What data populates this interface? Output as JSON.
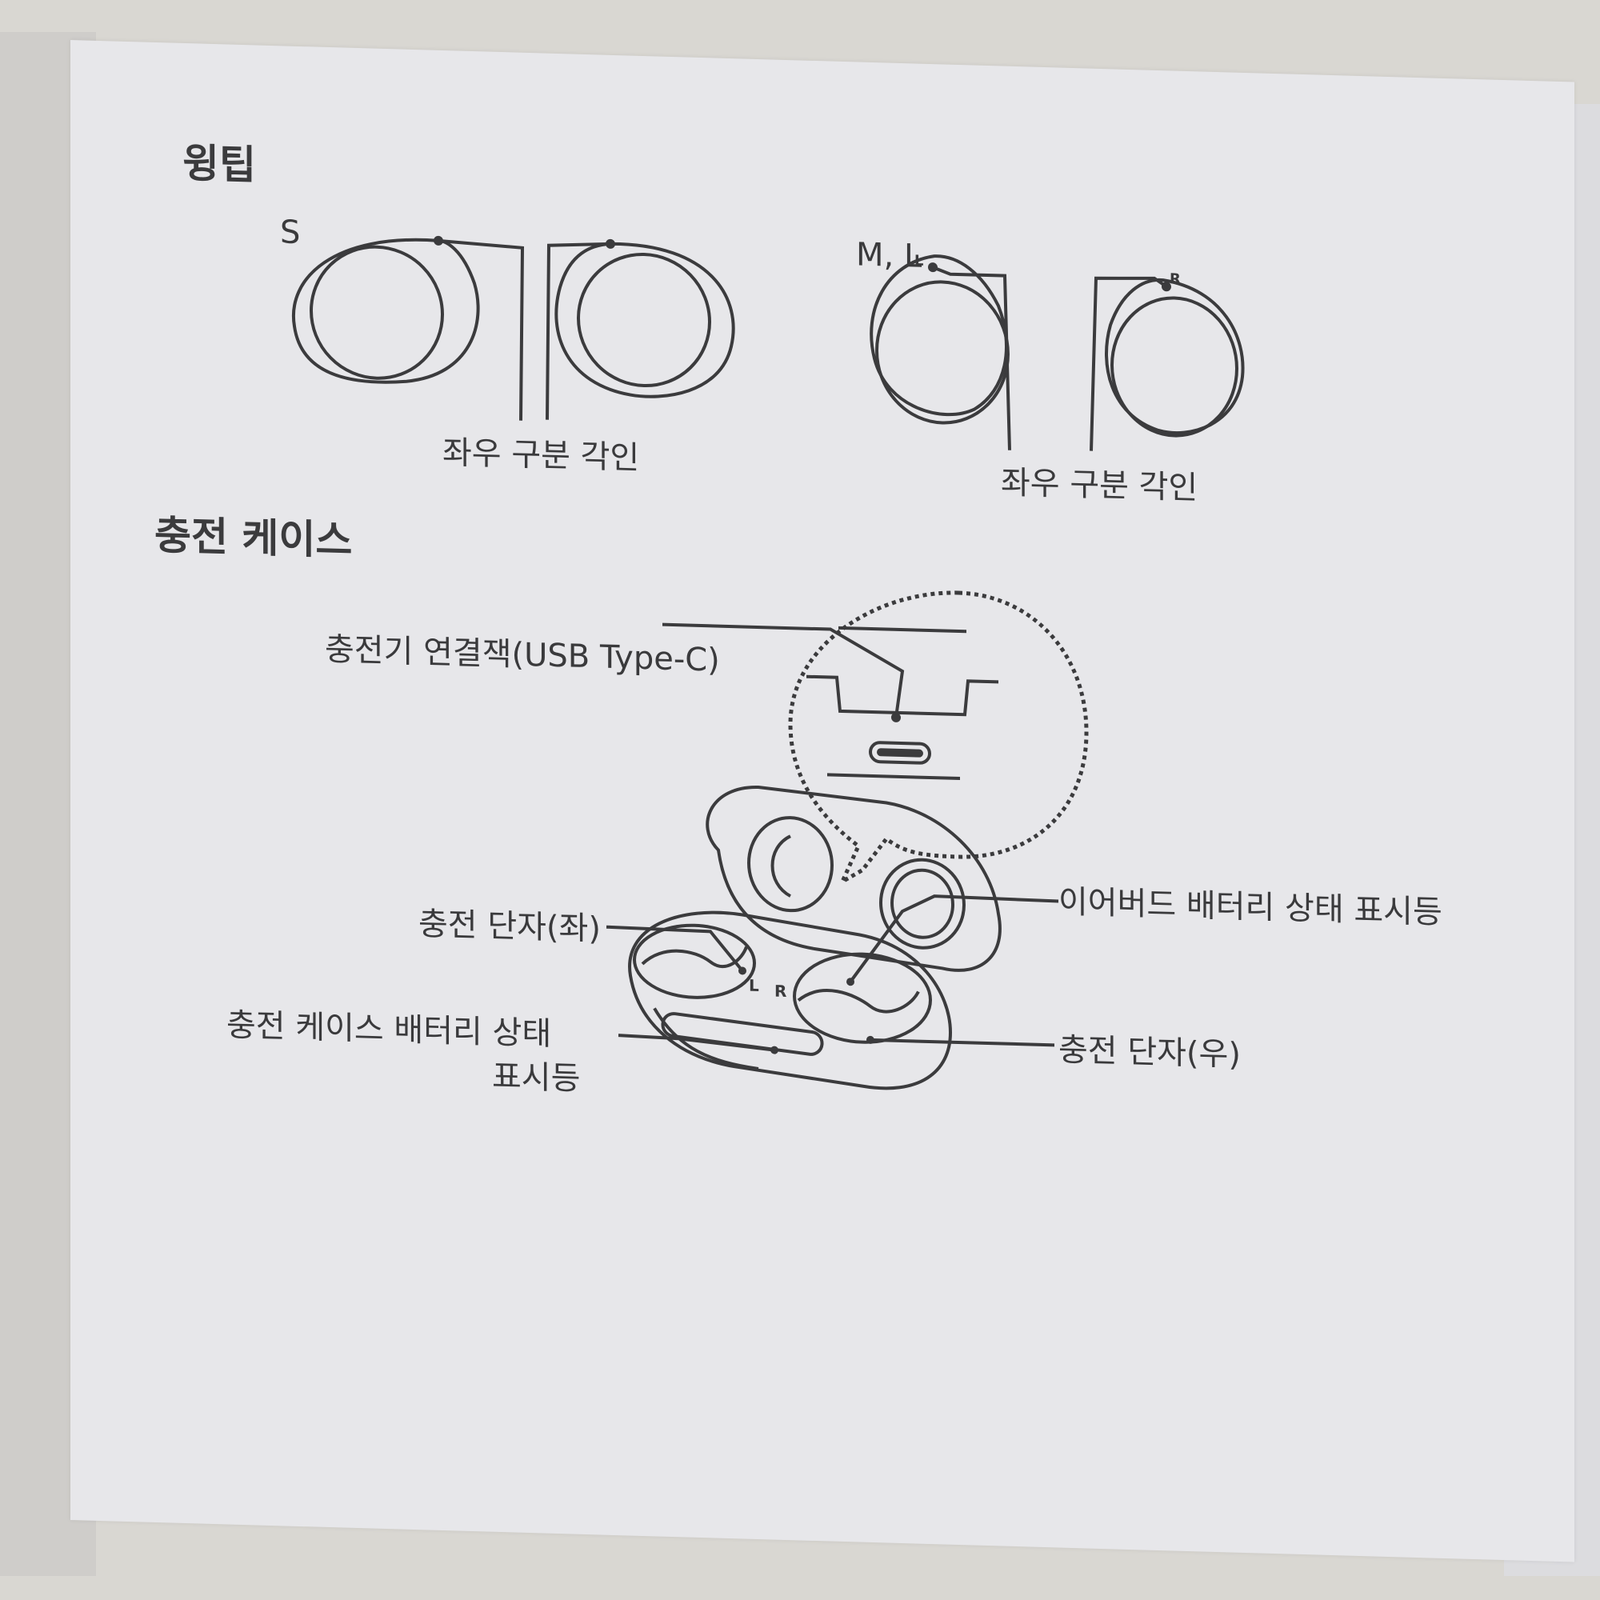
{
  "wingtip": {
    "title": "윙팁",
    "size_small": "S",
    "size_medium_large": "M, L",
    "engraving_label_small": "좌우 구분 각인",
    "engraving_label_large": "좌우 구분 각인",
    "marker_left": "L",
    "marker_right": "R"
  },
  "charging_case": {
    "title": "충전 케이스",
    "usb_port": "충전기 연결잭(USB Type-C)",
    "earbud_battery_indicator": "이어버드 배터리 상태 표시등",
    "charging_terminal_left": "충전 단자(좌)",
    "charging_terminal_right": "충전 단자(우)",
    "case_battery_indicator_line1": "충전 케이스 배터리 상태",
    "case_battery_indicator_line2": "표시등",
    "case_marker_left": "L",
    "case_marker_right": "R"
  }
}
